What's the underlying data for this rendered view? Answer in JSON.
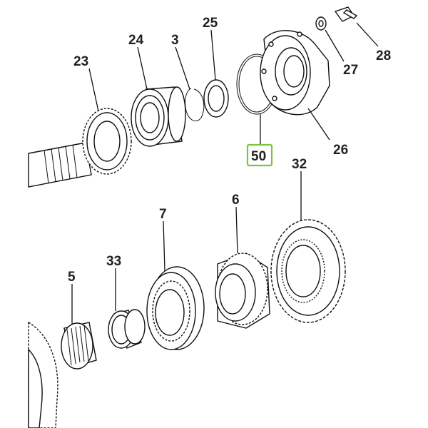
{
  "diagram": {
    "highlight_color": "#7dc242",
    "callouts": [
      {
        "id": "23",
        "label": "23"
      },
      {
        "id": "24",
        "label": "24"
      },
      {
        "id": "3",
        "label": "3"
      },
      {
        "id": "25",
        "label": "25"
      },
      {
        "id": "28",
        "label": "28"
      },
      {
        "id": "27",
        "label": "27"
      },
      {
        "id": "26",
        "label": "26"
      },
      {
        "id": "50",
        "label": "50",
        "highlighted": true
      },
      {
        "id": "32",
        "label": "32"
      },
      {
        "id": "6",
        "label": "6"
      },
      {
        "id": "7",
        "label": "7"
      },
      {
        "id": "33",
        "label": "33"
      },
      {
        "id": "5",
        "label": "5"
      }
    ]
  }
}
